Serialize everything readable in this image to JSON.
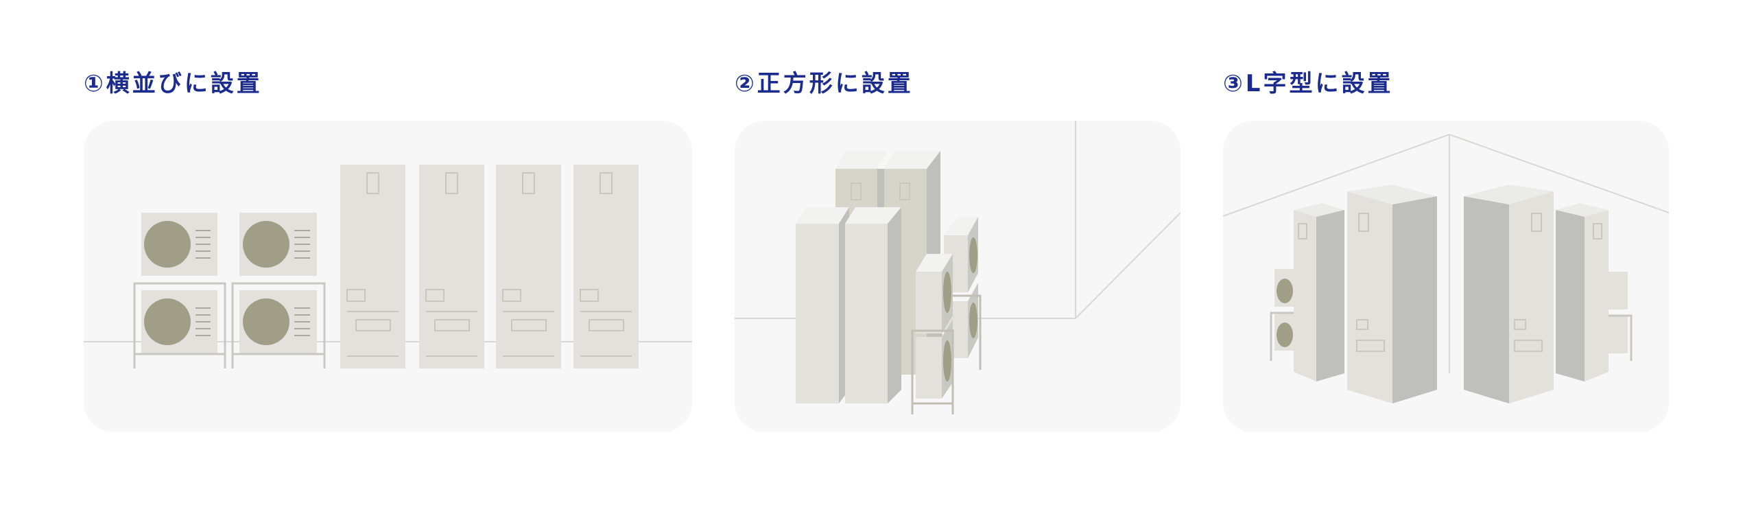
{
  "layouts": [
    {
      "label": "①横並びに設置"
    },
    {
      "label": "②正方形に設置"
    },
    {
      "label": "③L字型に設置"
    }
  ],
  "colors": {
    "title": "#1b2b8e",
    "panel_bg": "#f7f7f7",
    "unit_face": "#e2e1db",
    "unit_side": "#bfc0bb",
    "fan": "#a09e86"
  }
}
